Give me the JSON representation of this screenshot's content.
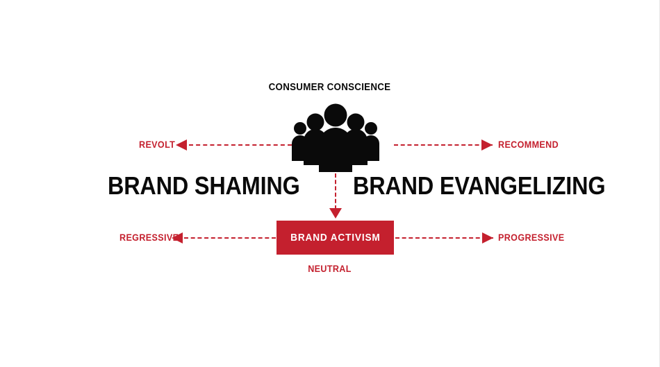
{
  "diagram": {
    "title": "CONSUMER CONSCIENCE",
    "center_box": {
      "label": "BRAND  ACTIVISM",
      "fill_color": "#C4202E",
      "text_color": "#FFFFFF"
    },
    "headlines": {
      "left": "BRAND SHAMING",
      "right": "BRAND EVANGELIZING"
    },
    "axis_labels": {
      "top_left": "REVOLT",
      "top_right": "RECOMMEND",
      "bottom_left": "REGRESSIVE",
      "bottom_right": "PROGRESSIVE",
      "bottom_center": "NEUTRAL"
    },
    "icon": {
      "name": "group-of-people-icon",
      "color": "#0A0A0A",
      "figure_count": 5
    },
    "connectors": [
      {
        "name": "revolt-connector",
        "direction": "left",
        "style": "dashed",
        "color": "#C4202E"
      },
      {
        "name": "recommend-connector",
        "direction": "right",
        "style": "dashed",
        "color": "#C4202E"
      },
      {
        "name": "regressive-connector",
        "direction": "left",
        "style": "dashed",
        "color": "#C4202E"
      },
      {
        "name": "progressive-connector",
        "direction": "right",
        "style": "dashed",
        "color": "#C4202E"
      },
      {
        "name": "conscience-to-activism-connector",
        "direction": "down",
        "style": "dashed",
        "color": "#C4202E"
      }
    ],
    "colors": {
      "accent_red": "#C4202E",
      "ink_black": "#0A0A0A",
      "background": "#FFFFFF"
    }
  }
}
